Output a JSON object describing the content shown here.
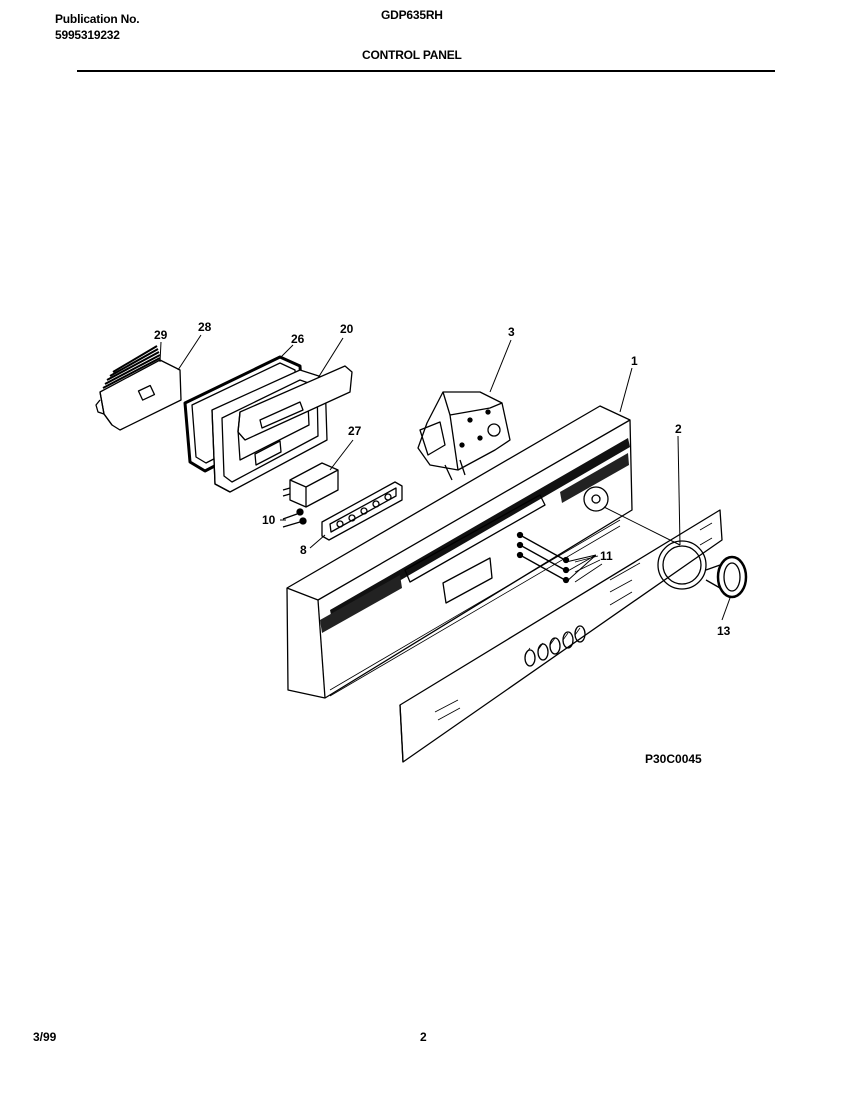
{
  "header": {
    "publication_label": "Publication No.",
    "publication_number": "5995319232",
    "model": "GDP635RH",
    "section_title": "CONTROL PANEL"
  },
  "callouts": [
    "29",
    "28",
    "26",
    "20",
    "3",
    "1",
    "27",
    "2",
    "10",
    "8",
    "11",
    "13"
  ],
  "figure_code": "P30C0045",
  "footer": {
    "date": "3/99",
    "page": "2"
  }
}
